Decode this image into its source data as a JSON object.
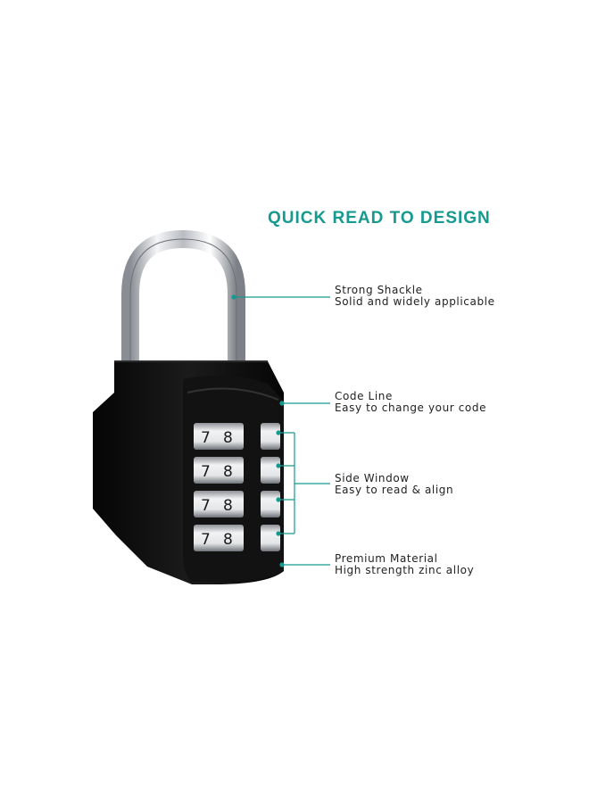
{
  "headline": "QUICK READ TO DESIGN",
  "colors": {
    "accent": "#169a8f",
    "body": "#0b0b0b",
    "shackle": "#c9ccd1",
    "dial": "#d8dadc"
  },
  "features": [
    {
      "title": "Strong Shackle",
      "desc": "Solid and widely applicable"
    },
    {
      "title": "Code Line",
      "desc": "Easy to change your code"
    },
    {
      "title": "Side Window",
      "desc": "Easy to read & align"
    },
    {
      "title": "Premium Material",
      "desc": "High strength zinc alloy"
    }
  ],
  "dials": [
    {
      "left": "7",
      "right": "8"
    },
    {
      "left": "7",
      "right": "8"
    },
    {
      "left": "7",
      "right": "8"
    },
    {
      "left": "7",
      "right": "8"
    }
  ]
}
